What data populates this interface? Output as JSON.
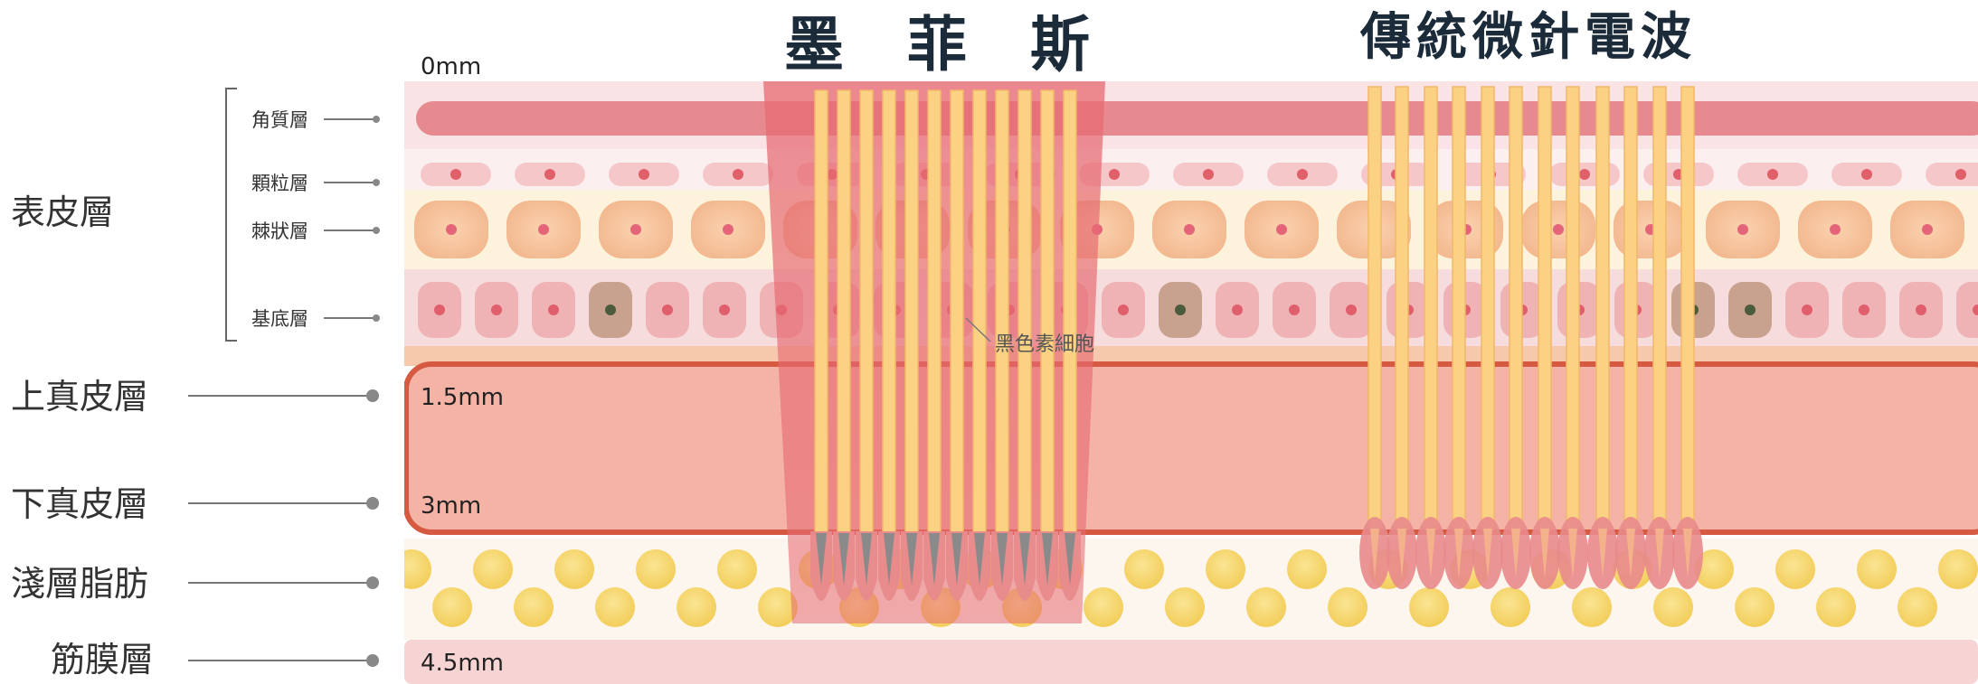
{
  "titles": {
    "morpheus": "墨  菲  斯",
    "traditional": "傳統微針電波"
  },
  "depths": {
    "d0": "0mm",
    "d1": "1.5mm",
    "d2": "3mm",
    "d3": "4.5mm"
  },
  "layers": {
    "epidermis": "表皮層",
    "upper_dermis": "上真皮層",
    "lower_dermis": "下真皮層",
    "shallow_fat": "淺層脂肪",
    "fascia": "筋膜層"
  },
  "sublayers": {
    "stratum_corneum": "角質層",
    "stratum_granulosum": "顆粒層",
    "stratum_spinosum": "棘狀層",
    "stratum_basale": "基底層"
  },
  "annotations": {
    "melanocyte": "黑色素細胞"
  },
  "colors": {
    "corneum": "#e68a8f",
    "granular_bg": "#fbeff0",
    "spinous_bg": "#fdf2dc",
    "spinous_cell": "#f6c39b",
    "basal_bg": "#f6dcdc",
    "basal_cell": "#f0b3b5",
    "melanocyte": "#c9a28f",
    "dermis_fill": "#f5b3a5",
    "dermis_border": "#d65a42",
    "fat_bg": "#fdf6ee",
    "fat_cell": "#f3d35a",
    "fascia": "#f7d4d4",
    "needle": "#fbd184",
    "needle_tip": "#e88a8c",
    "cone": "#e8737b",
    "title_text": "#1c2b3a"
  }
}
